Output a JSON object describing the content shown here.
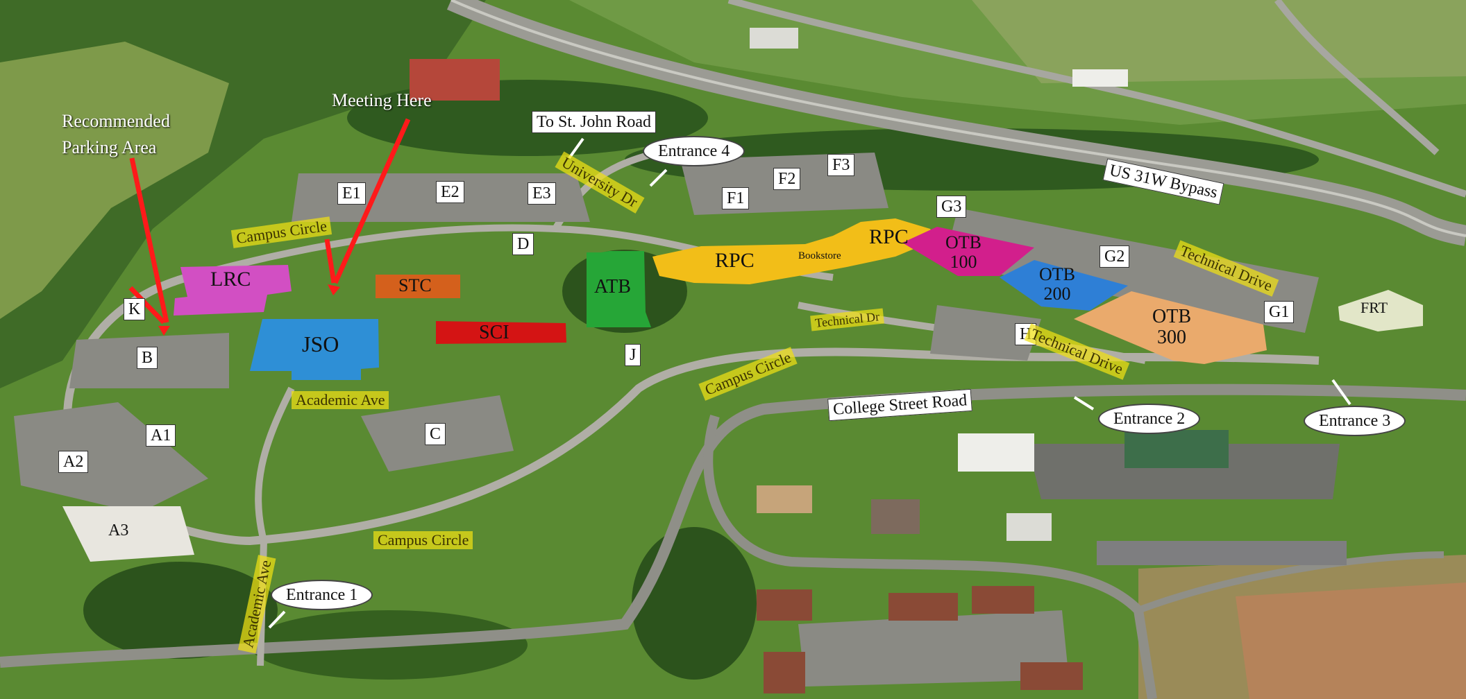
{
  "annotations": {
    "parking_note": "Recommended",
    "parking_note_2": "Parking Area",
    "meeting_note": "Meeting Here"
  },
  "buildings": {
    "lrc": "LRC",
    "jso": "JSO",
    "stc": "STC",
    "sci": "SCI",
    "atb": "ATB",
    "rpc_left": "RPC",
    "rpc_right": "RPC",
    "bookstore": "Bookstore",
    "otb100_a": "OTB",
    "otb100_b": "100",
    "otb200_a": "OTB",
    "otb200_b": "200",
    "otb300_a": "OTB",
    "otb300_b": "300",
    "frt": "FRT"
  },
  "parking_lots": {
    "e1": "E1",
    "e2": "E2",
    "e3": "E3",
    "f1": "F1",
    "f2": "F2",
    "f3": "F3",
    "g1": "G1",
    "g2": "G2",
    "g3": "G3",
    "d": "D",
    "k": "K",
    "b": "B",
    "a1": "A1",
    "a2": "A2",
    "a3": "A3",
    "c": "C",
    "j": "J",
    "h": "H"
  },
  "roads": {
    "campus_circle_nw": "Campus Circle",
    "campus_circle_mid": "Campus Circle",
    "campus_circle_south": "Campus Circle",
    "academic_ave_top": "Academic Ave",
    "academic_ave_side": "Academic Ave",
    "university_dr": "University Dr",
    "technical_dr": "Technical Dr",
    "technical_drive_east": "Technical Drive",
    "technical_drive_mid": "Technical Drive",
    "college_street": "College Street Road",
    "us31w": "US 31W Bypass",
    "st_john": "To  St. John Road"
  },
  "entrances": {
    "e1": "Entrance 1",
    "e2": "Entrance 2",
    "e3": "Entrance 3",
    "e4": "Entrance 4"
  },
  "colors": {
    "lrc": "#d24fc3",
    "jso": "#2e8fd6",
    "stc": "#d4601c",
    "sci": "#d41414",
    "atb": "#26a637",
    "rpc": "#f2be18",
    "otb100": "#d21f8c",
    "otb200": "#2e7fd6",
    "otb300": "#eaaa6c",
    "frt": "#e2e6c8",
    "arrow": "#ff1a1a",
    "road_highlight": "#f0e114"
  }
}
